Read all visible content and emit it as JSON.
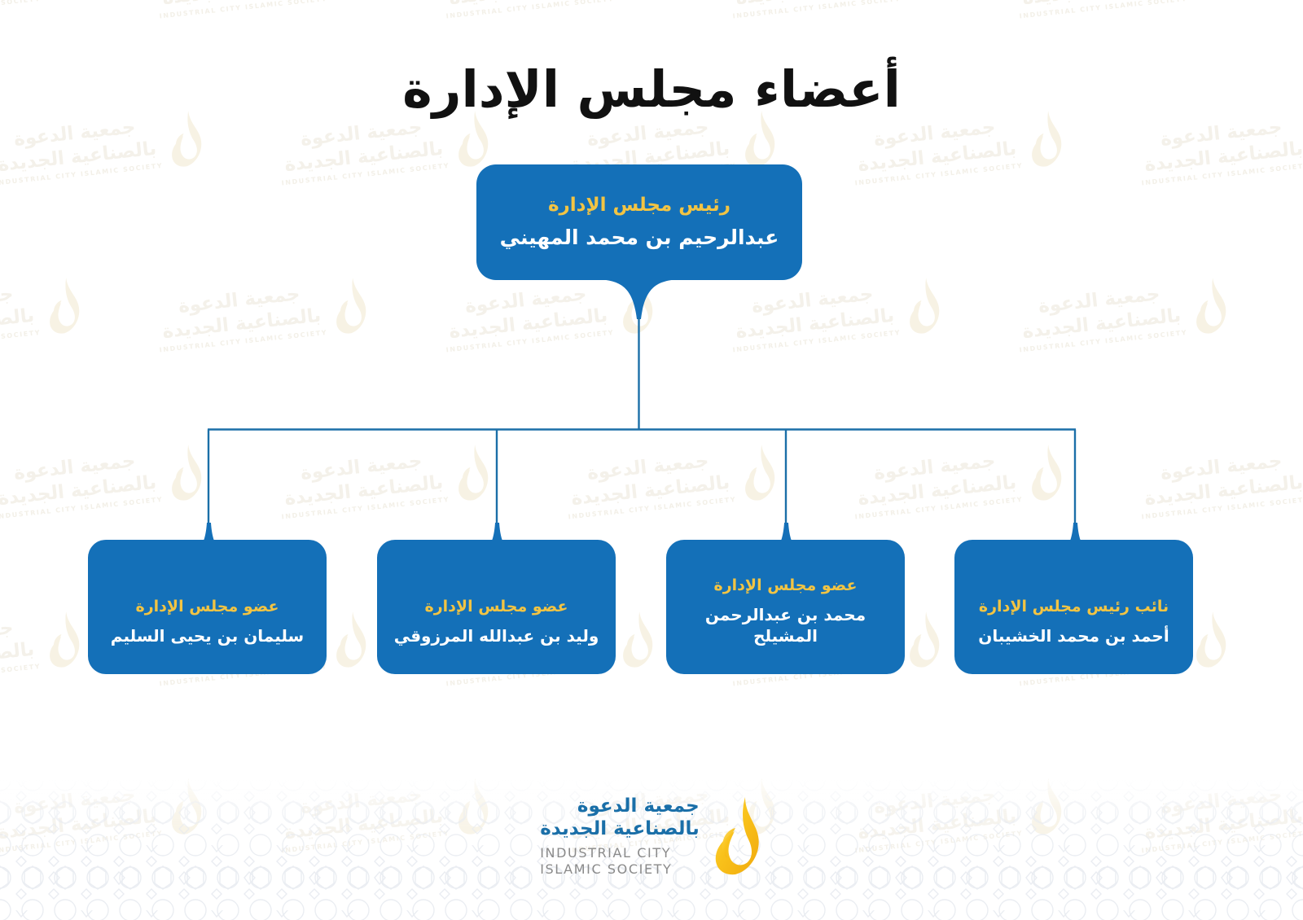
{
  "page": {
    "title": "أعضاء مجلس الإدارة"
  },
  "theme": {
    "box_blue": "#1470b8",
    "role_yellow": "#f2c443",
    "name_white": "#ffffff",
    "connector_blue": "#1b6fa8",
    "logo_blue": "#1a6fa8",
    "logo_gray": "#8a8a8a",
    "flame_gold": "#f5b91a",
    "title_black": "#111111",
    "watermark": "#f4f1ea",
    "pattern_gray": "#e9ecf1"
  },
  "chart_data": {
    "type": "org-chart",
    "title": "أعضاء مجلس الإدارة",
    "orientation": "top-down",
    "levels": 2,
    "root": {
      "role": "رئيس مجلس الإدارة",
      "name": "عبدالرحيم بن محمد المهيني"
    },
    "children": [
      {
        "role": "نائب رئيس مجلس الإدارة",
        "name": "أحمد بن محمد الخشيبان"
      },
      {
        "role": "عضو مجلس الإدارة",
        "name": "محمد بن عبدالرحمن المشيلح"
      },
      {
        "role": "عضو مجلس الإدارة",
        "name": "وليد بن عبدالله المرزوقي"
      },
      {
        "role": "عضو مجلس الإدارة",
        "name": "سليمان بن يحيى السليم"
      }
    ]
  },
  "footer": {
    "logo": {
      "arabic_line1": "جمعية الدعوة",
      "arabic_line2": "بالصناعية الجديدة",
      "english_line1": "INDUSTRIAL CITY",
      "english_line2": "ISLAMIC SOCIETY",
      "icon": "flame-icon"
    }
  },
  "watermark": {
    "arabic_line1": "جمعية الدعوة",
    "arabic_line2": "بالصناعية الجديدة",
    "english": "INDUSTRIAL CITY ISLAMIC SOCIETY"
  }
}
